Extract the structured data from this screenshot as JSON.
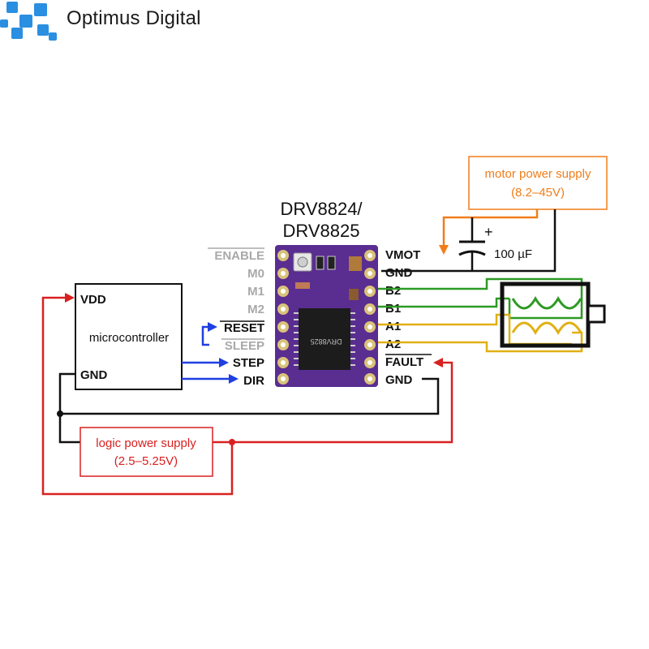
{
  "brand": {
    "name": "Optimus Digital",
    "logo_color": "#2a8fe0"
  },
  "chip": {
    "title_line1": "DRV8824/",
    "title_line2": "DRV8825",
    "board_color": "#5a2d91",
    "left_pins": [
      "ENABLE",
      "M0",
      "M1",
      "M2",
      "RESET",
      "SLEEP",
      "STEP",
      "DIR"
    ],
    "right_pins": [
      "VMOT",
      "GND",
      "B2",
      "B1",
      "A1",
      "A2",
      "FAULT",
      "GND"
    ]
  },
  "microcontroller": {
    "label": "microcontroller",
    "vdd": "VDD",
    "gnd": "GND"
  },
  "motor_supply": {
    "line1": "motor power supply",
    "line2": "(8.2–45V)",
    "color": "#f07d1a"
  },
  "logic_supply": {
    "line1": "logic power supply",
    "line2": "(2.5–5.25V)",
    "color": "#d92020"
  },
  "capacitor": {
    "value": "100 µF",
    "polarity": "+"
  },
  "wire_colors": {
    "signal": "#1f3fe0",
    "coil_b": "#2d9a23",
    "coil_a": "#e0b014",
    "ground": "#111111"
  }
}
